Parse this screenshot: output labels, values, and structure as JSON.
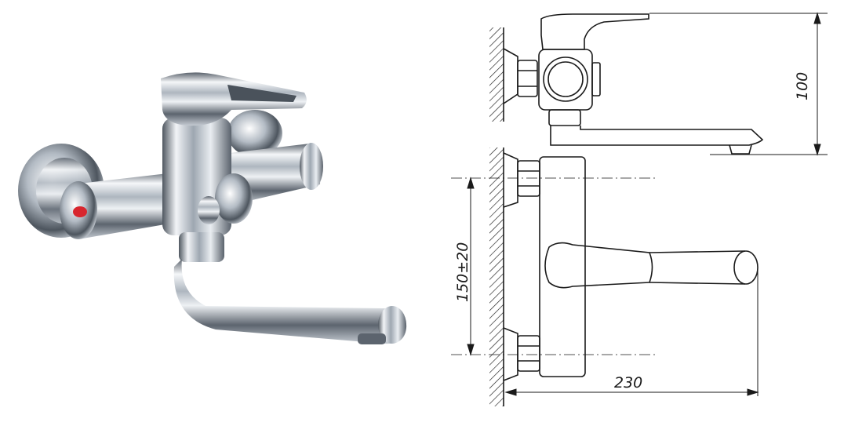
{
  "dimensions": {
    "height": "100",
    "inlet_spacing": "150±20",
    "spout_reach": "230"
  },
  "colors": {
    "line": "#1a1a1a",
    "chrome_dark": "#3f4650",
    "chrome_mid": "#9aa3ad",
    "chrome_light": "#f4f6f8",
    "hot_indicator": "#d8262e"
  }
}
